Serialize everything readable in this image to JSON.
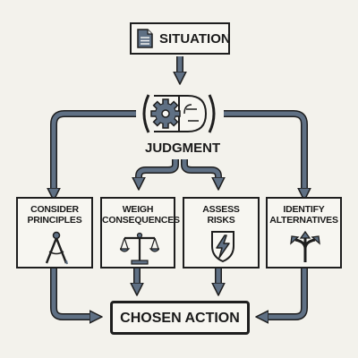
{
  "situation": {
    "label": "SITUATION",
    "icon": "document-icon"
  },
  "judgment": {
    "label": "JUDGMENT",
    "icon": "brain-gear-icon"
  },
  "factors": [
    {
      "line1": "CONSIDER",
      "line2": "PRINCIPLES",
      "icon": "compass-icon"
    },
    {
      "line1": "WEIGH",
      "line2": "CONSEQUENCES",
      "icon": "balance-scale-icon"
    },
    {
      "line1": "ASSESS",
      "line2": "RISKS",
      "icon": "lightning-shield-icon"
    },
    {
      "line1": "IDENTIFY",
      "line2": "ALTERNATIVES",
      "icon": "branching-arrows-icon"
    }
  ],
  "outcome": {
    "label": "CHOSEN ACTION"
  },
  "colors": {
    "background": "#f3f2ec",
    "arrow_fill": "#5f7084",
    "arrow_outline": "#1e1e1e",
    "box_border": "#1e1e1e"
  }
}
